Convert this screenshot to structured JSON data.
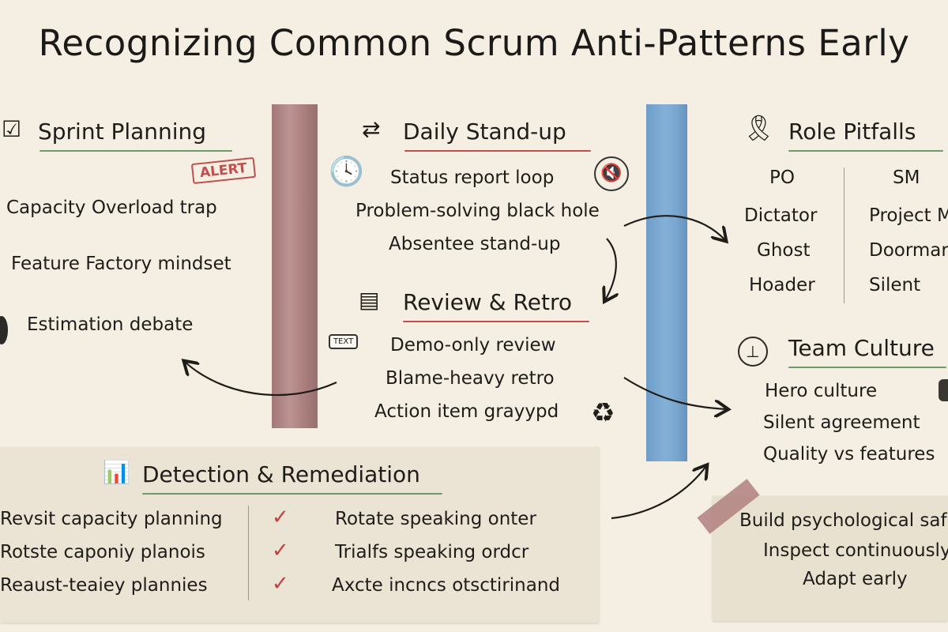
{
  "title": "Recognizing Common Scrum Anti-Patterns Early",
  "sprint_planning": {
    "heading": "Sprint Planning",
    "alert": "ALERT",
    "items": [
      "Capacity Overload trap",
      "Feature Factory mindset",
      "Estimation debate"
    ]
  },
  "daily_standup": {
    "heading": "Daily Stand-up",
    "items": [
      "Status report loop",
      "Problem-solving black hole",
      "Absentee stand-up"
    ]
  },
  "review_retro": {
    "heading": "Review & Retro",
    "stamp": "TEXT",
    "items": [
      "Demo-only review",
      "Blame-heavy retro",
      "Action item grayypd"
    ]
  },
  "role_pitfalls": {
    "heading": "Role Pitfalls",
    "po": {
      "label": "PO",
      "items": [
        "Dictator",
        "Ghost",
        "Hoader"
      ]
    },
    "sm": {
      "label": "SM",
      "items": [
        "Project M",
        "Doormar",
        "Silent"
      ]
    }
  },
  "team_culture": {
    "heading": "Team Culture",
    "items": [
      "Hero culture",
      "Silent agreement",
      "Quality vs features"
    ]
  },
  "culture_actions": [
    "Build psychological safe",
    "Inspect continuously",
    "Adapt early"
  ],
  "detection": {
    "heading": "Detection & Remediation",
    "left_items": [
      "Revsit capacity planning",
      "Rotste caponiy planois",
      "Reaust-teaiey plannies"
    ],
    "right_items": [
      "Rotate speaking onter",
      "Trialfs speaking ordcr",
      "Axcte incncs otsctirinand"
    ]
  },
  "colors": {
    "background": "#f4efe2",
    "underline_green": "#6f9a6a",
    "underline_red": "#c0504d",
    "alert_red": "#c0504d",
    "tape_rose": "#a27272",
    "tape_blue": "#6a9ecc"
  },
  "icons": {
    "sprint": "checklist-icon",
    "standup": "swap-arrows-icon",
    "clock": "clock-icon",
    "mute": "mute-icon",
    "review": "document-icon",
    "role": "award-ribbon-icon",
    "culture": "info-circle-icon",
    "recycle": "recycle-icon",
    "detect": "monitor-chart-icon",
    "check": "check-icon"
  }
}
